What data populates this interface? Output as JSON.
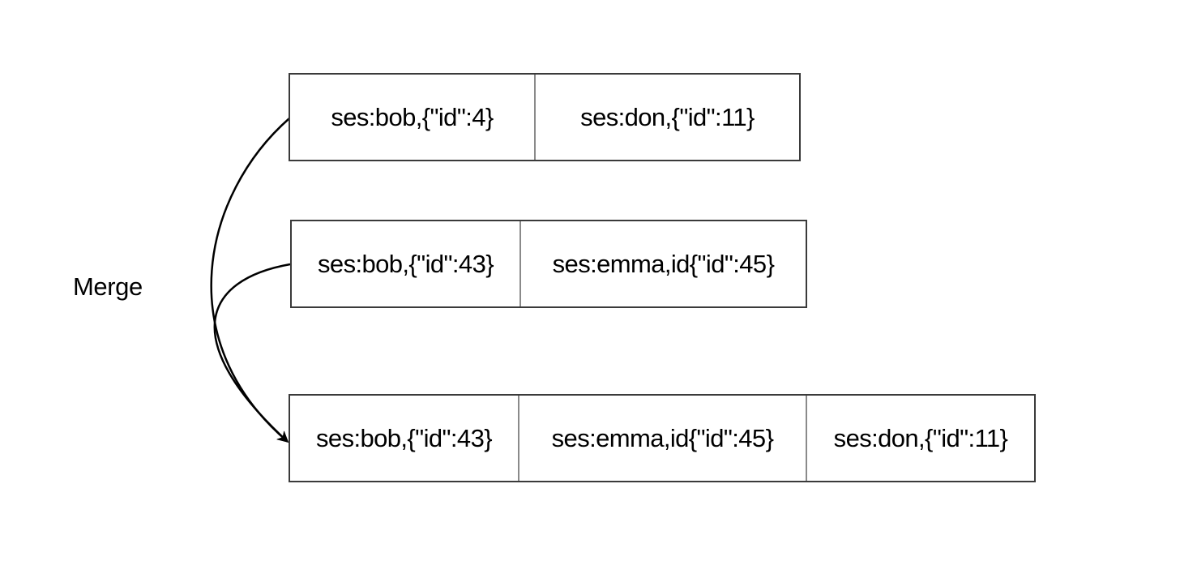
{
  "merge_label": "Merge",
  "rows": {
    "top": [
      "ses:bob,{\"id\":4}",
      "ses:don,{\"id\":11}"
    ],
    "middle": [
      "ses:bob,{\"id\":43}",
      "ses:emma,id{\"id\":45}"
    ],
    "result": [
      "ses:bob,{\"id\":43}",
      "ses:emma,id{\"id\":45}",
      "ses:don,{\"id\":11}"
    ]
  }
}
